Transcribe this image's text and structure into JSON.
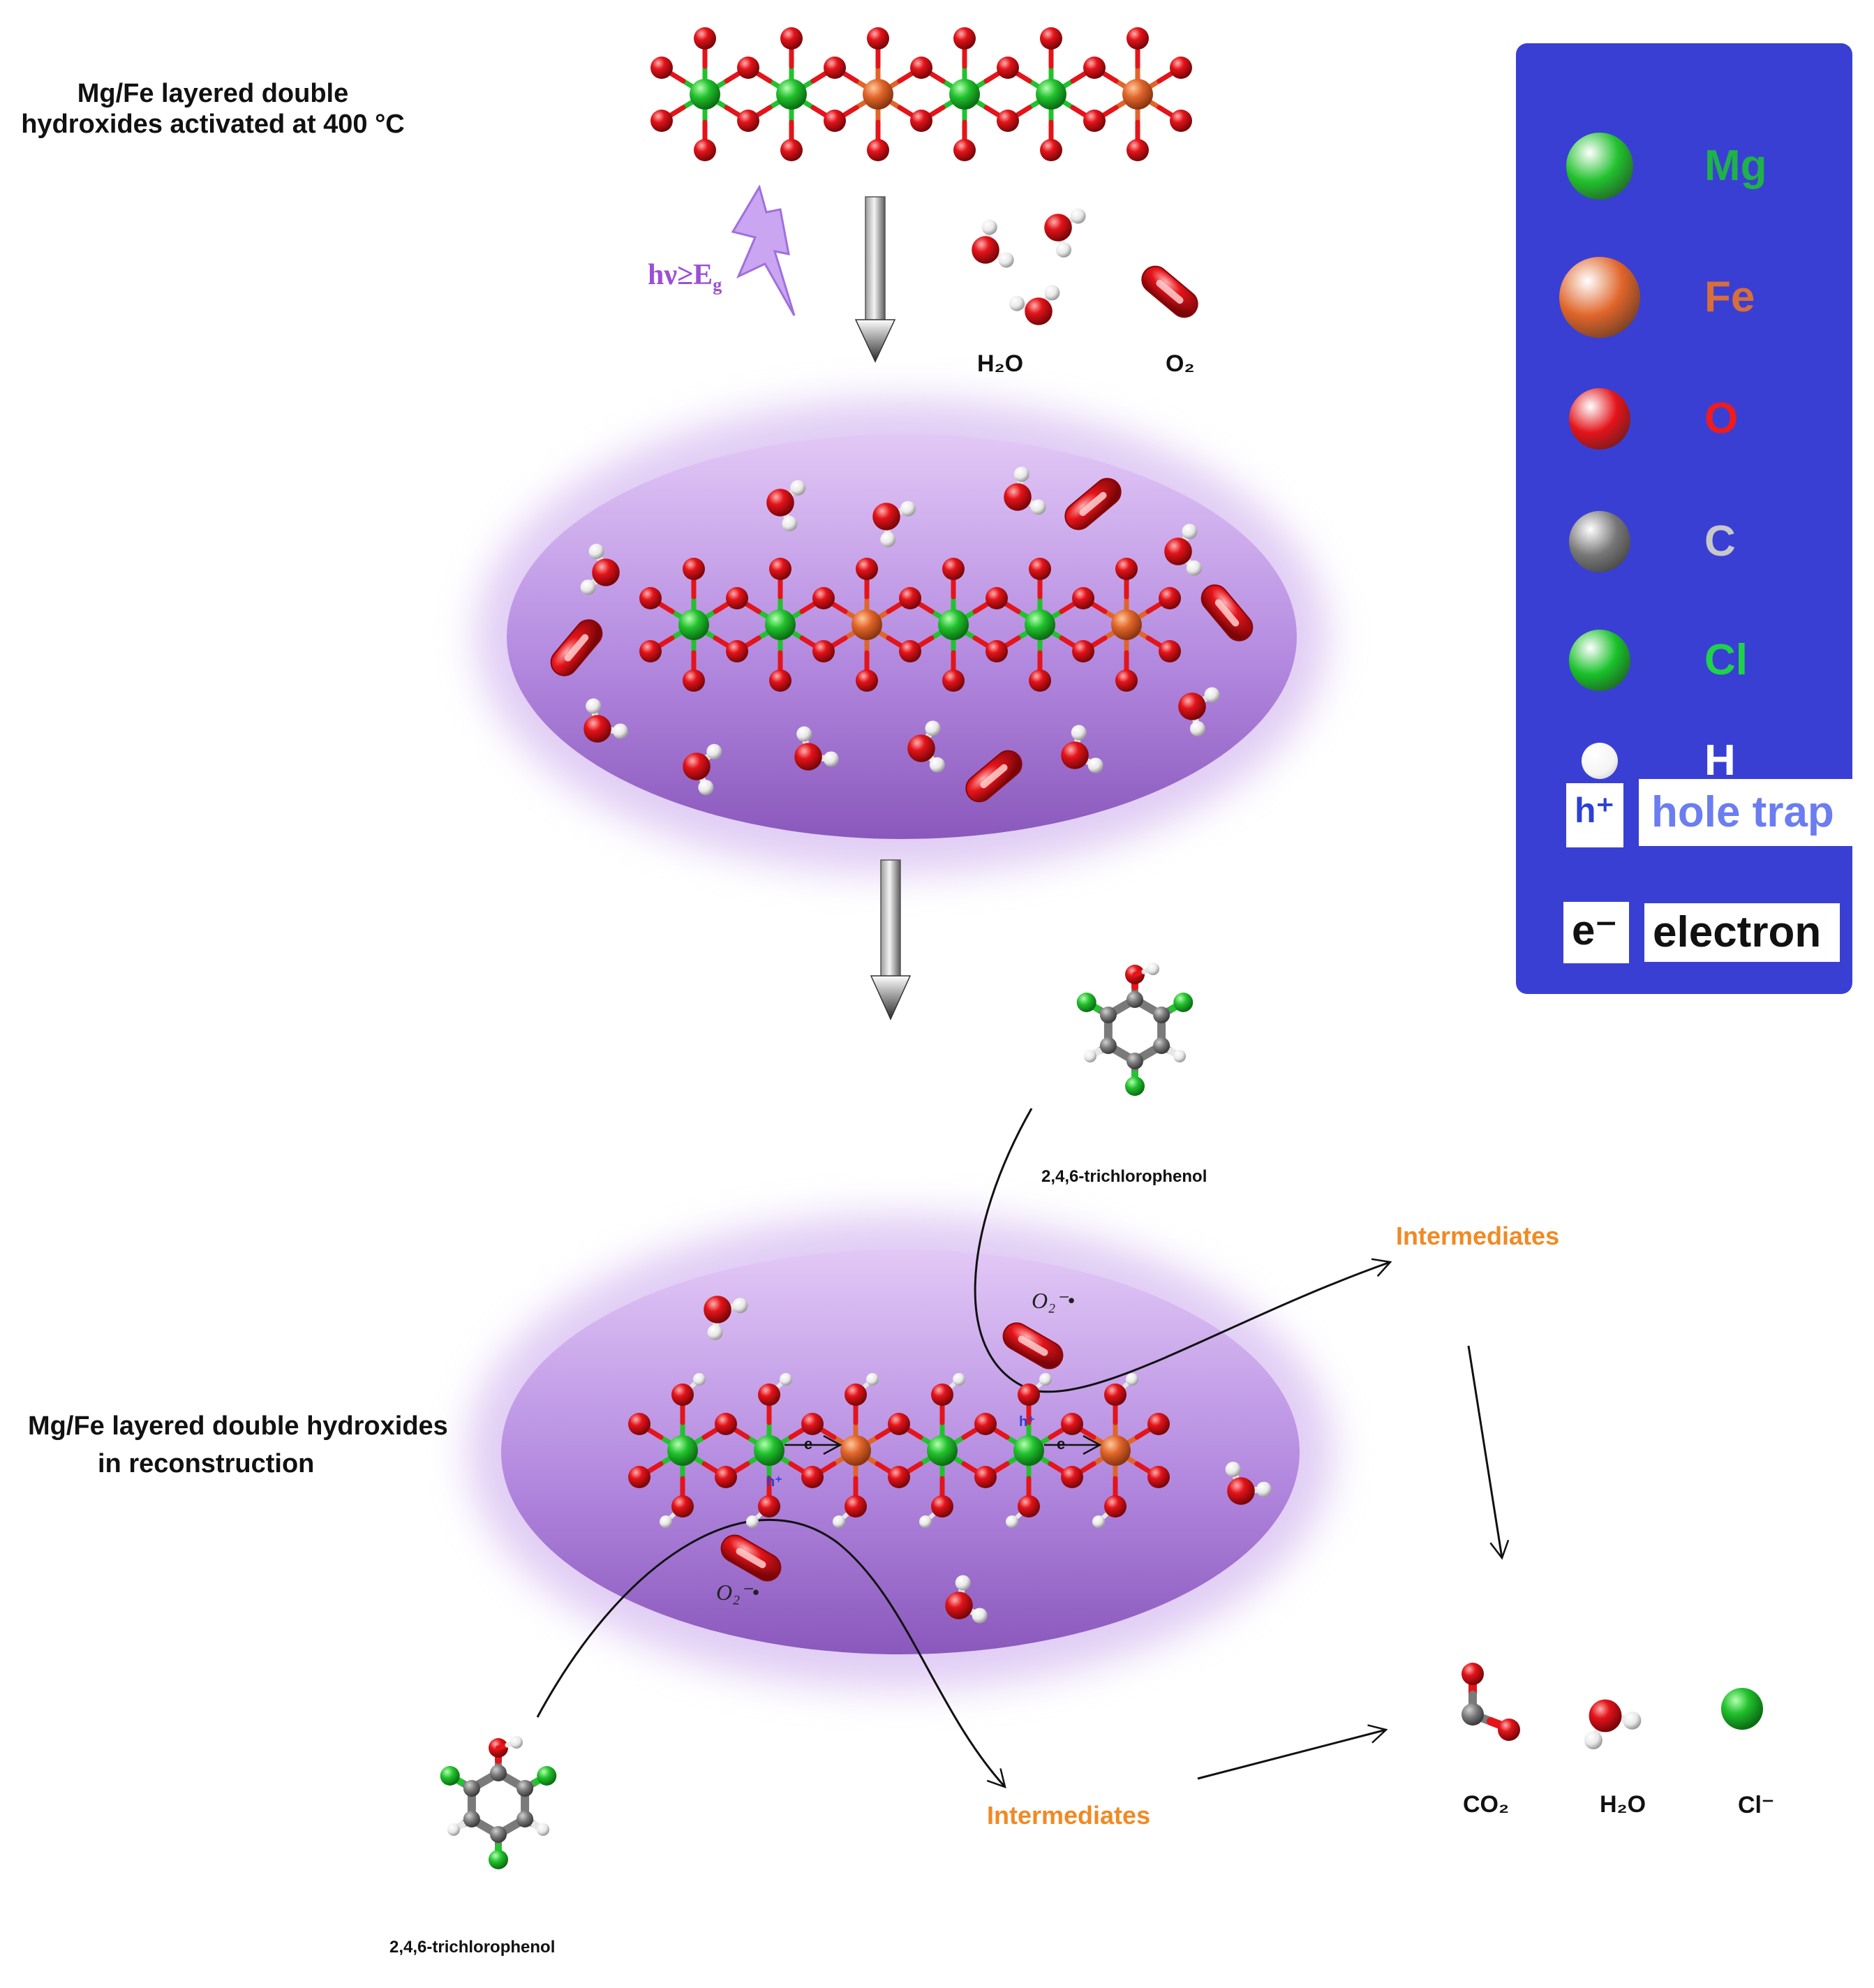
{
  "labels": {
    "top_title": "Mg/Fe layered double hydroxides activated at 400 °C",
    "bottom_title_line1": "Mg/Fe layered double hydroxides",
    "bottom_title_line2": "in reconstruction",
    "light_h": "hν≥E",
    "light_sub": "g",
    "h2o_top": "H₂O",
    "o2_top": "O₂",
    "tcp_right": "2,4,6-trichlorophenol",
    "tcp_left": "2,4,6-trichlorophenol",
    "intermediates_right": "Intermediates",
    "intermediates_bottom": "Intermediates",
    "superoxide_1": "O₂⁻•",
    "superoxide_2": "O₂⁻•",
    "prod_co2": "CO₂",
    "prod_h2o": "H₂O",
    "prod_cl": "Cl⁻",
    "electron_mark": "e",
    "hole_mark": "h⁺"
  },
  "legend": {
    "items": [
      {
        "symbol": "Mg",
        "color": "#22c12e",
        "label_color": "#1fb14a"
      },
      {
        "symbol": "Fe",
        "color": "#e0652a",
        "label_color": "#d86e3a"
      },
      {
        "symbol": "O",
        "color": "#e3141a",
        "label_color": "#ee1c1c"
      },
      {
        "symbol": "C",
        "color": "#777777",
        "label_color": "#c8c8c8"
      },
      {
        "symbol": "Cl",
        "color": "#19c12a",
        "label_color": "#1ed34a"
      },
      {
        "symbol": "H",
        "color": "#ffffff",
        "label_color": "#ffffff"
      }
    ],
    "hole_symbol": "h⁺",
    "hole_label": "hole trap",
    "electron_symbol": "e⁻",
    "electron_label": "electron"
  },
  "colors": {
    "legend_bg": "#3a3fd4",
    "mg": "#22c12e",
    "fe": "#e0652a",
    "o": "#e3141a",
    "h": "#f2f2f2",
    "c": "#7a7a7a",
    "cl": "#22c52e",
    "ellipse_top": "#d9b8f2",
    "ellipse_bottom": "#8f5ec0",
    "intermediates": "#f08a24",
    "light": "#a86be0"
  }
}
